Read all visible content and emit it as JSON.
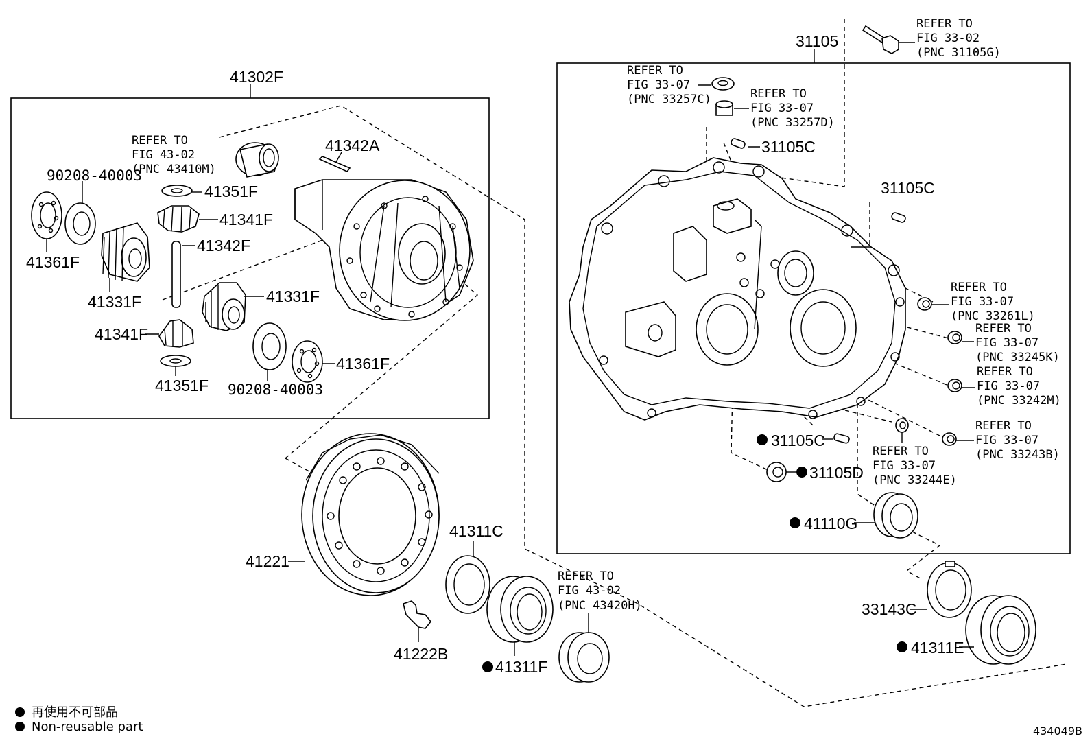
{
  "boxes": {
    "differential_case_assy": "41302F",
    "transaxle_housing": "31105"
  },
  "parts": {
    "p_41342A": "41342A",
    "p_41351F_top": "41351F",
    "p_41341F_top": "41341F",
    "p_41342F": "41342F",
    "p_41331F_right": "41331F",
    "p_41331F_left": "41331F",
    "p_41341F_bottom": "41341F",
    "p_41351F_bottom": "41351F",
    "p_41361F_left": "41361F",
    "p_41361F_right": "41361F",
    "p_90208_left": "90208-40003",
    "p_90208_right": "90208-40003",
    "p_41221": "41221",
    "p_41222B": "41222B",
    "p_41311C": "41311C",
    "p_41311F": "41311F",
    "p_31105C_a": "31105C",
    "p_31105C_b": "31105C",
    "p_31105C_c": "31105C",
    "p_31105D": "31105D",
    "p_41110G": "41110G",
    "p_33143C": "33143C",
    "p_41311E": "41311E"
  },
  "references": {
    "ref_43410M": [
      "REFER TO",
      "FIG 43-02",
      "(PNC 43410M)"
    ],
    "ref_31105G": [
      "REFER TO",
      "FIG 33-02",
      "(PNC 31105G)"
    ],
    "ref_33257C": [
      "REFER TO",
      "FIG 33-07",
      "(PNC 33257C)"
    ],
    "ref_33257D": [
      "REFER TO",
      "FIG 33-07",
      "(PNC 33257D)"
    ],
    "ref_33261L": [
      "REFER TO",
      "FIG 33-07",
      "(PNC 33261L)"
    ],
    "ref_33245K": [
      "REFER TO",
      "FIG 33-07",
      "(PNC 33245K)"
    ],
    "ref_33242M": [
      "REFER TO",
      "FIG 33-07",
      "(PNC 33242M)"
    ],
    "ref_33243B": [
      "REFER TO",
      "FIG 33-07",
      "(PNC 33243B)"
    ],
    "ref_33244E": [
      "REFER TO",
      "FIG 33-07",
      "(PNC 33244E)"
    ],
    "ref_43420H": [
      "REFER TO",
      "FIG 43-02",
      "(PNC 43420H)"
    ]
  },
  "legend": {
    "japanese": "再使用不可部品",
    "english": "Non-reusable part"
  },
  "figure_code": "434049B"
}
